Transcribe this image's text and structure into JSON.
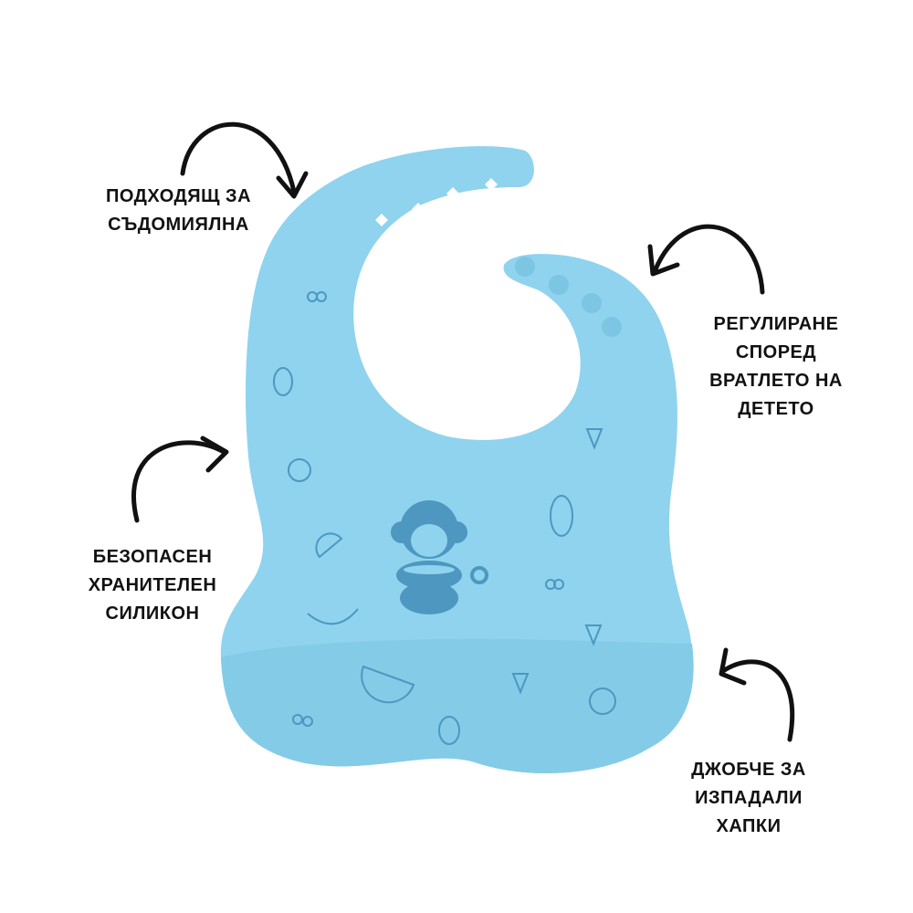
{
  "colors": {
    "bib": "#8fd3ee",
    "bib_dark": "#7cc6e4",
    "pocket": "#84cbe8",
    "print": "#4d97c0",
    "arrow": "#111111"
  },
  "labels": {
    "dishwasher": [
      "ПОДХОДЯЩ ЗА",
      "СЪДОМИЯЛНА"
    ],
    "adjustable": [
      "РЕГУЛИРАНЕ",
      "СПОРЕД",
      "ВРАТЛЕТО НА",
      "ДЕТЕТО"
    ],
    "silicone": [
      "БЕЗОПАСЕН",
      "ХРАНИТЕЛЕН",
      "СИЛИКОН"
    ],
    "pocket": [
      "ДЖОБЧЕ ЗА",
      "ИЗПАДАЛИ",
      "ХАПКИ"
    ]
  }
}
